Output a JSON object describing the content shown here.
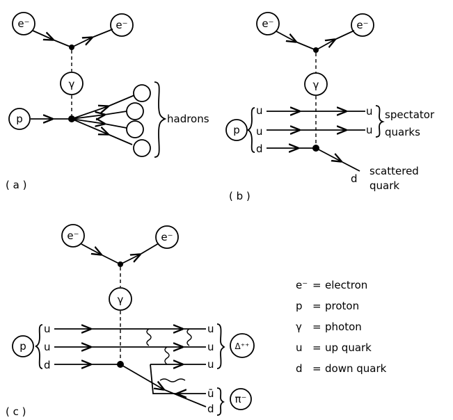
{
  "symbols": {
    "electron": "e⁻",
    "photon": "γ",
    "proton": "p",
    "delta": "Δ⁺⁺",
    "pion": "π⁻"
  },
  "quarks": {
    "u": "u",
    "d": "d",
    "ubar": "ū"
  },
  "panel_a": {
    "label": "( a )",
    "hadrons": "hadrons"
  },
  "panel_b": {
    "label": "( b )",
    "spectator_line1": "spectator",
    "spectator_line2": "quarks",
    "scattered_line1": "scattered",
    "scattered_line2": "quark"
  },
  "panel_c": {
    "label": "( c )"
  },
  "legend": [
    {
      "symbol": "e⁻",
      "sep": "=",
      "text": "electron"
    },
    {
      "symbol": "p",
      "sep": "=",
      "text": "proton"
    },
    {
      "symbol": "γ",
      "sep": "=",
      "text": "photon"
    },
    {
      "symbol": "u",
      "sep": "=",
      "text": "up quark"
    },
    {
      "symbol": "d",
      "sep": "=",
      "text": "down quark"
    }
  ]
}
